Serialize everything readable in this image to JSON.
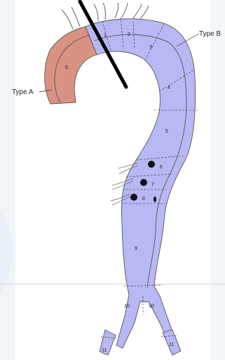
{
  "classification": {
    "type_a_label": "Type A",
    "type_b_label": "Type B"
  },
  "zones": [
    "0",
    "1",
    "2",
    "3",
    "4",
    "5",
    "6",
    "7",
    "8",
    "9",
    "10",
    "10",
    "11",
    "11"
  ],
  "colors": {
    "type_a_fill": "#d99282",
    "type_b_fill": "#b8b8f4",
    "outline": "#555555",
    "clamp_line": "#000000",
    "background_band": "#d6e3f2"
  }
}
